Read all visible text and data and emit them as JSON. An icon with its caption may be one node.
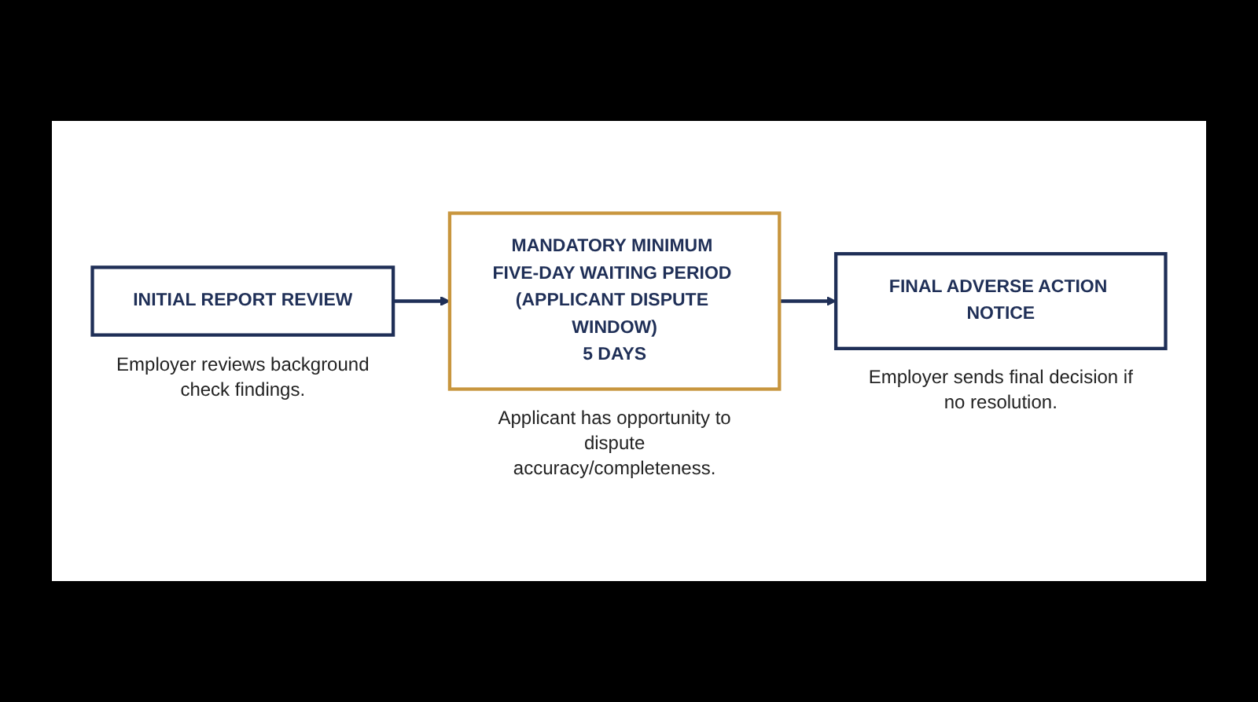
{
  "diagram": {
    "nodes": [
      {
        "text": [
          "INITIAL REPORT REVIEW"
        ],
        "beside": [
          "Employer reviews background check findings."
        ]
      },
      {
        "text": [
          "MANDATORY MINIMUM FIVE-DAY WAITING PERIOD (APPLICANT DISPUTE WINDOW)",
          "5 DAYS"
        ],
        "beside": [
          "Applicant has opportunity to dispute accuracy/completeness."
        ]
      },
      {
        "text": [
          "FINAL ADVERSE ACTION NOTICE"
        ],
        "beside": [
          "Employer sends final decision if no resolution."
        ]
      }
    ],
    "edges": [
      {
        "from": 0,
        "to": 1,
        "arrow": "to"
      },
      {
        "from": 1,
        "to": 2,
        "arrow": "to"
      }
    ]
  }
}
